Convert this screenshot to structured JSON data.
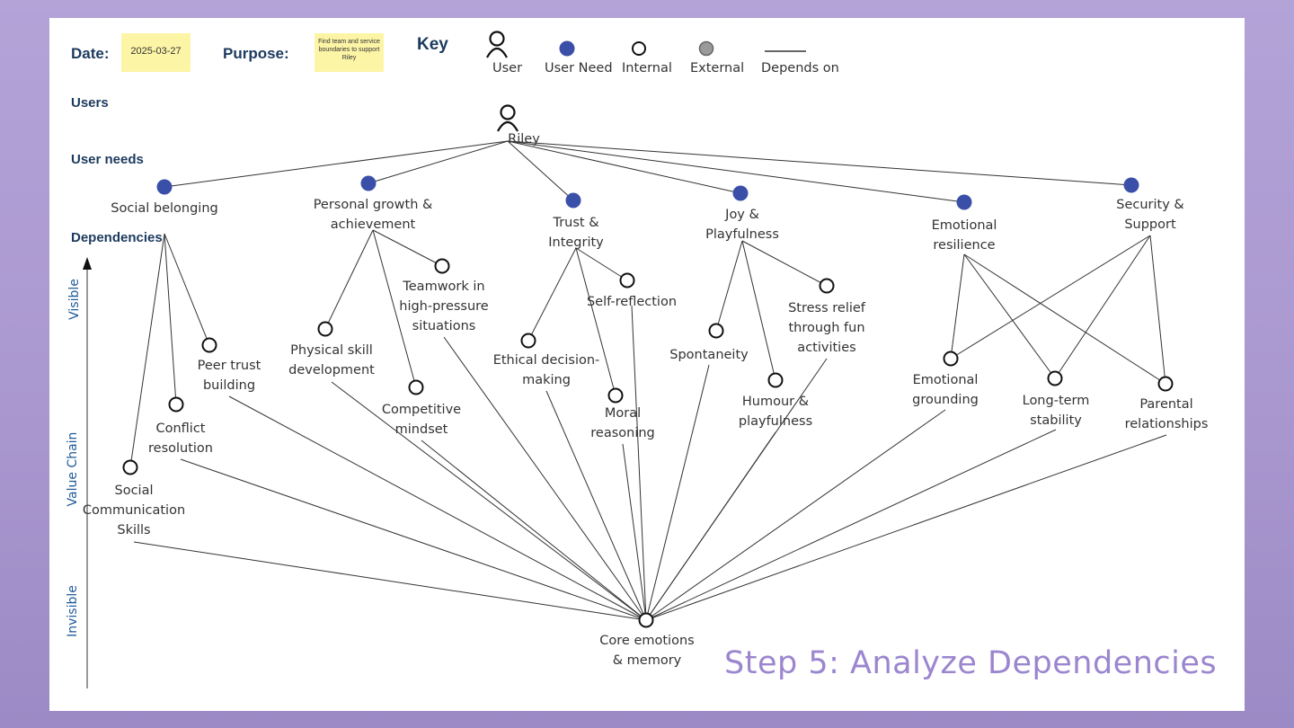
{
  "header": {
    "date_label": "Date:",
    "date_value": "2025-03-27",
    "purpose_label": "Purpose:",
    "purpose_value": "Find team and service boundaries to support Riley"
  },
  "key": {
    "title": "Key",
    "items": [
      "User",
      "User Need",
      "Internal",
      "External",
      "Depends on"
    ]
  },
  "rows": {
    "users": "Users",
    "user_needs": "User needs",
    "dependencies": "Dependencies"
  },
  "axis": {
    "visible": "Visible",
    "value_chain": "Value Chain",
    "invisible": "Invisible"
  },
  "user": {
    "name": "Riley"
  },
  "needs": [
    "Social belonging",
    "Personal growth &\nachievement",
    "Trust &\nIntegrity",
    "Joy &\nPlayfulness",
    "Emotional\nresilience",
    "Security &\nSupport"
  ],
  "components": [
    "Peer trust\nbuilding",
    "Conflict\nresolution",
    "Social\nCommunication\nSkills",
    "Teamwork in\nhigh-pressure\nsituations",
    "Physical skill\ndevelopment",
    "Competitive\nmindset",
    "Self-reflection",
    "Ethical decision-\nmaking",
    "Moral\nreasoning",
    "Stress relief\nthrough fun\nactivities",
    "Spontaneity",
    "Humour &\nplayfulness",
    "Emotional\ngrounding",
    "Long-term\nstability",
    "Parental\nrelationships",
    "Core emotions\n& memory"
  ],
  "colors": {
    "user_need": "#3a4fa8",
    "external": "#9a9a9a",
    "title": "#9b86cf",
    "heading": "#1c3a5e",
    "axis": "#1f5a9a"
  },
  "slide_title": "Step 5: Analyze Dependencies"
}
